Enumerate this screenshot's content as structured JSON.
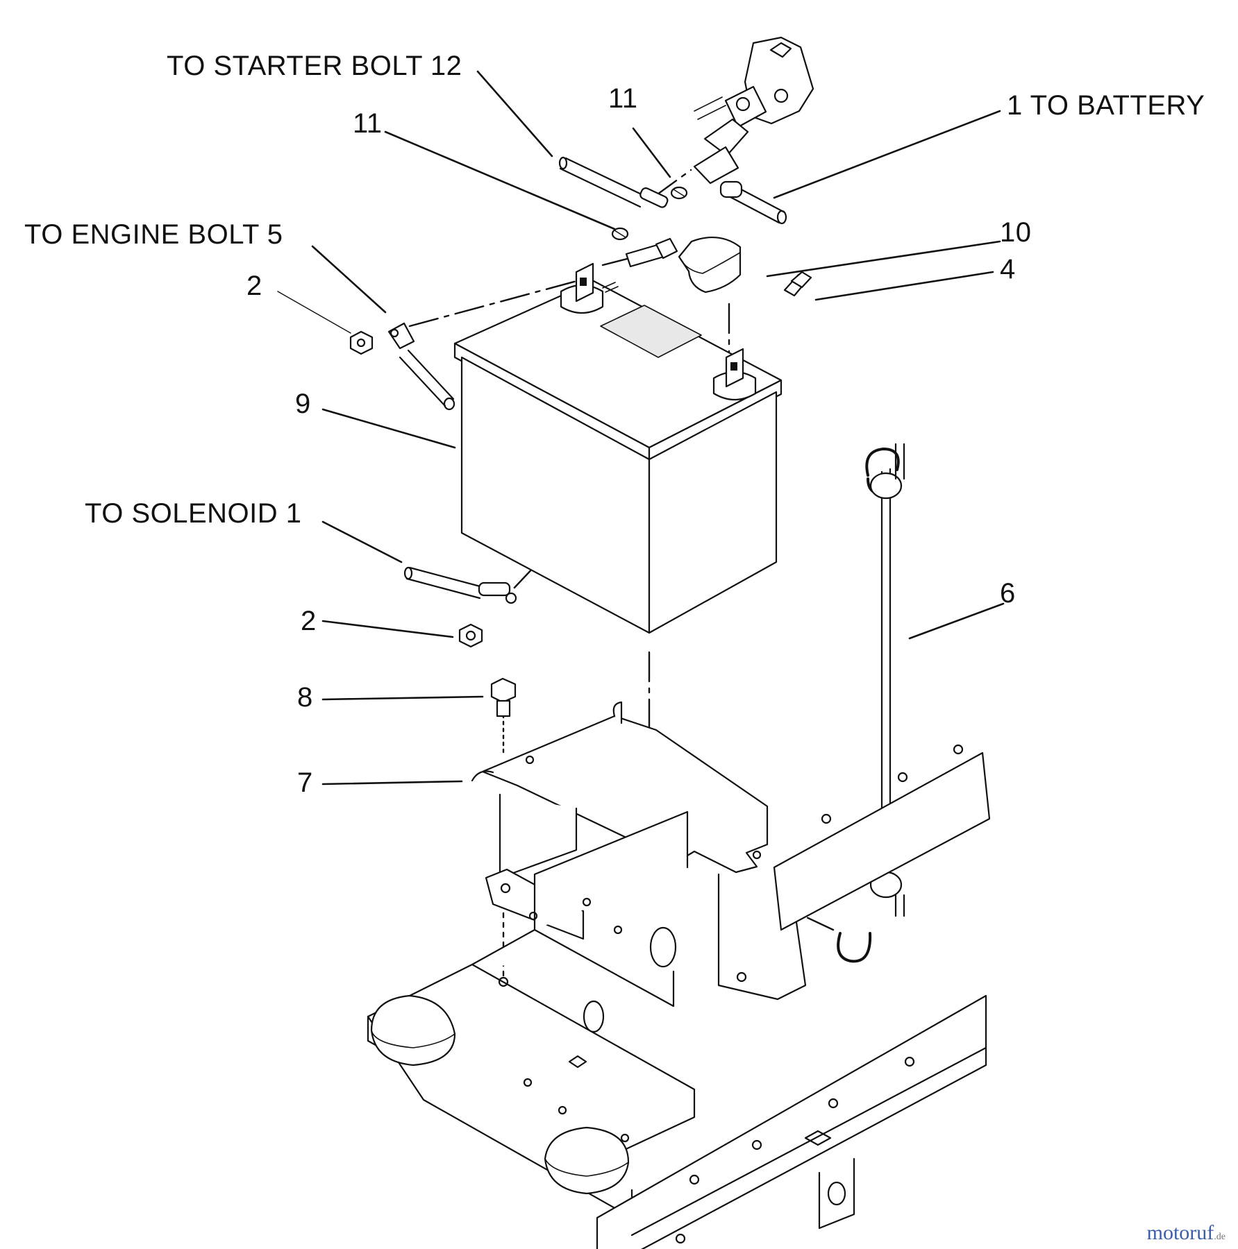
{
  "colors": {
    "line": "#111111",
    "shade": "#e8e8e8"
  },
  "callouts": {
    "to_starter_bolt": "TO STARTER BOLT  12",
    "item_11_left": "11",
    "item_11_right": "11",
    "to_battery": "1 TO BATTERY",
    "to_engine_bolt": "TO ENGINE BOLT  5",
    "item_2_top": "2",
    "item_10": "10",
    "item_4": "4",
    "item_9": "9",
    "to_solenoid": "TO SOLENOID 1",
    "item_2_bottom": "2",
    "item_6": "6",
    "item_8": "8",
    "item_7": "7"
  },
  "watermark": {
    "brand": "motoruf",
    "suffix": ".de"
  }
}
